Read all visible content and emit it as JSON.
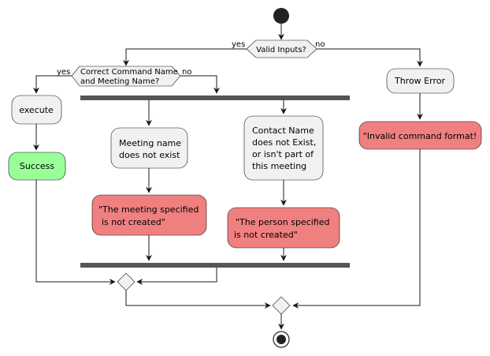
{
  "colors": {
    "node_fill": "#F1F1F1",
    "error_fill": "#F08080",
    "success_fill": "#99FF99",
    "line": "#181818",
    "fork_bar": "#555555"
  },
  "decisions": {
    "valid_inputs": {
      "label": "Valid Inputs?",
      "yes": "yes",
      "no": "no"
    },
    "correct_names": {
      "label_line1": "Correct Command Name",
      "label_line2": "and Meeting Name?",
      "yes": "yes",
      "no": "no"
    }
  },
  "actions": {
    "throw_error": "Throw Error",
    "invalid_format": "\"Invalid command format!",
    "execute": "execute",
    "success": "Success",
    "meeting_missing": [
      "Meeting name",
      "does not exist"
    ],
    "meeting_not_created": [
      "\"The meeting specified",
      "is not created\""
    ],
    "contact_missing": [
      "Contact Name",
      "does not Exist,",
      "or isn't part of",
      "this meeting"
    ],
    "person_not_created": [
      "\"The person specified",
      "is not created\""
    ]
  }
}
